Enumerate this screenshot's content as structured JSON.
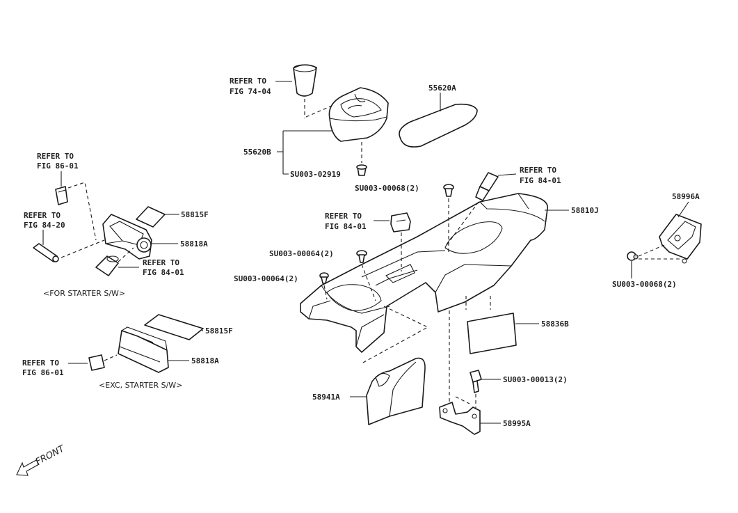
{
  "diagram": {
    "labels": {
      "refer_fig_74_04_line1": "REFER TO",
      "refer_fig_74_04_line2": "FIG 74-04",
      "part_55620A": "55620A",
      "part_55620B": "55620B",
      "screw_su003_02919": "SU003-02919",
      "screw_su003_00068_top": "SU003-00068(2)",
      "refer_fig_84_01_right_line1": "REFER TO",
      "refer_fig_84_01_right_line2": "FIG 84-01",
      "part_58810J": "58810J",
      "refer_fig_84_01_center_line1": "REFER TO",
      "refer_fig_84_01_center_line2": "FIG 84-01",
      "screw_su003_00064_upper": "SU003-00064(2)",
      "screw_su003_00064_lower": "SU003-00064(2)",
      "part_58996A": "58996A",
      "screw_su003_00068_right": "SU003-00068(2)",
      "refer_fig_86_01_top_line1": "REFER TO",
      "refer_fig_86_01_top_line2": "FIG 86-01",
      "refer_fig_84_20_line1": "REFER TO",
      "refer_fig_84_20_line2": "FIG 84-20",
      "part_58815F_top": "58815F",
      "part_58818A_top": "58818A",
      "refer_fig_84_01_left_line1": "REFER TO",
      "refer_fig_84_01_left_line2": "FIG 84-01",
      "caption_for_starter": "<FOR STARTER S/W>",
      "part_58815F_bottom": "58815F",
      "part_58818A_bottom": "58818A",
      "refer_fig_86_01_bottom_line1": "REFER TO",
      "refer_fig_86_01_bottom_line2": "FIG 86-01",
      "caption_exc_starter": "<EXC, STARTER S/W>",
      "part_58836B": "58836B",
      "screw_su003_00013": "SU003-00013(2)",
      "part_58941A": "58941A",
      "part_58995A": "58995A",
      "front_label": "FRONT"
    }
  }
}
